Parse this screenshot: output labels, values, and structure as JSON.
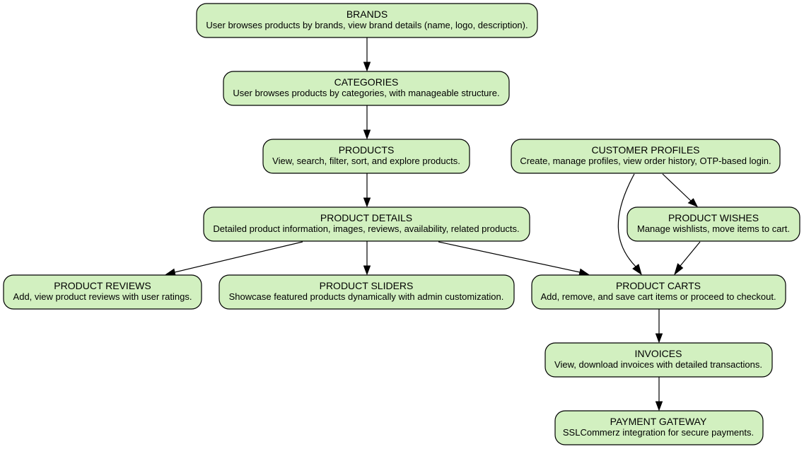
{
  "diagram": {
    "nodes": {
      "brands": {
        "title": "BRANDS",
        "desc": "User browses products by brands, view brand details (name, logo, description)."
      },
      "categories": {
        "title": "CATEGORIES",
        "desc": "User browses products by categories, with manageable structure."
      },
      "products": {
        "title": "PRODUCTS",
        "desc": "View, search, filter, sort, and explore products."
      },
      "customer_profiles": {
        "title": "CUSTOMER PROFILES",
        "desc": "Create, manage profiles, view order history, OTP-based login."
      },
      "product_details": {
        "title": "PRODUCT DETAILS",
        "desc": "Detailed product information, images, reviews, availability, related products."
      },
      "product_wishes": {
        "title": "PRODUCT WISHES",
        "desc": "Manage wishlists, move items to cart."
      },
      "product_reviews": {
        "title": "PRODUCT REVIEWS",
        "desc": "Add, view product reviews with user ratings."
      },
      "product_sliders": {
        "title": "PRODUCT SLIDERS",
        "desc": "Showcase featured products dynamically with admin customization."
      },
      "product_carts": {
        "title": "PRODUCT CARTS",
        "desc": "Add, remove, and save cart items or proceed to checkout."
      },
      "invoices": {
        "title": "INVOICES",
        "desc": "View, download invoices with detailed transactions."
      },
      "payment_gateway": {
        "title": "PAYMENT GATEWAY",
        "desc": "SSLCommerz integration for secure payments."
      }
    },
    "edges": [
      {
        "from": "brands",
        "to": "categories"
      },
      {
        "from": "categories",
        "to": "products"
      },
      {
        "from": "products",
        "to": "product_details"
      },
      {
        "from": "product_details",
        "to": "product_reviews"
      },
      {
        "from": "product_details",
        "to": "product_sliders"
      },
      {
        "from": "product_details",
        "to": "product_carts"
      },
      {
        "from": "customer_profiles",
        "to": "product_wishes"
      },
      {
        "from": "customer_profiles",
        "to": "product_carts"
      },
      {
        "from": "product_wishes",
        "to": "product_carts"
      },
      {
        "from": "product_carts",
        "to": "invoices"
      },
      {
        "from": "invoices",
        "to": "payment_gateway"
      }
    ],
    "colors": {
      "node_fill": "#d2f0c0",
      "stroke": "#000000"
    }
  }
}
